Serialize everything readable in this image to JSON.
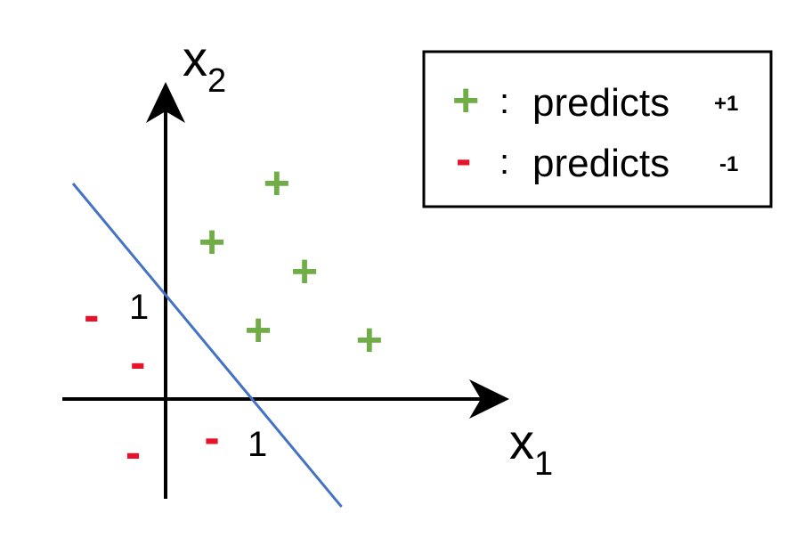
{
  "colors": {
    "positive": "#70ad47",
    "negative": "#e8132a",
    "boundary": "#4472c4",
    "axis": "#000000"
  },
  "axes": {
    "x_label": "x",
    "x_subscript": "1",
    "y_label": "x",
    "y_subscript": "2",
    "x_tick": "1",
    "y_tick": "1"
  },
  "boundary": {
    "description_shown": false,
    "p1": [
      -1,
      2.2
    ],
    "p2": [
      1.9,
      -1.1
    ]
  },
  "points": {
    "positive_symbol": "+",
    "negative_symbol": "-",
    "positive": [
      [
        1.2,
        2.2
      ],
      [
        0.5,
        1.6
      ],
      [
        1.5,
        1.3
      ],
      [
        1.0,
        0.7
      ],
      [
        2.2,
        0.6
      ]
    ],
    "negative": [
      [
        -0.8,
        0.85
      ],
      [
        -0.3,
        0.37
      ],
      [
        0.5,
        -0.4
      ],
      [
        -0.35,
        -0.55
      ]
    ]
  },
  "legend": {
    "items": [
      {
        "symbol": "+",
        "colon": ":",
        "text": "predicts",
        "value": "+1"
      },
      {
        "symbol": "-",
        "colon": ":",
        "text": "predicts",
        "value": "-1"
      }
    ]
  }
}
